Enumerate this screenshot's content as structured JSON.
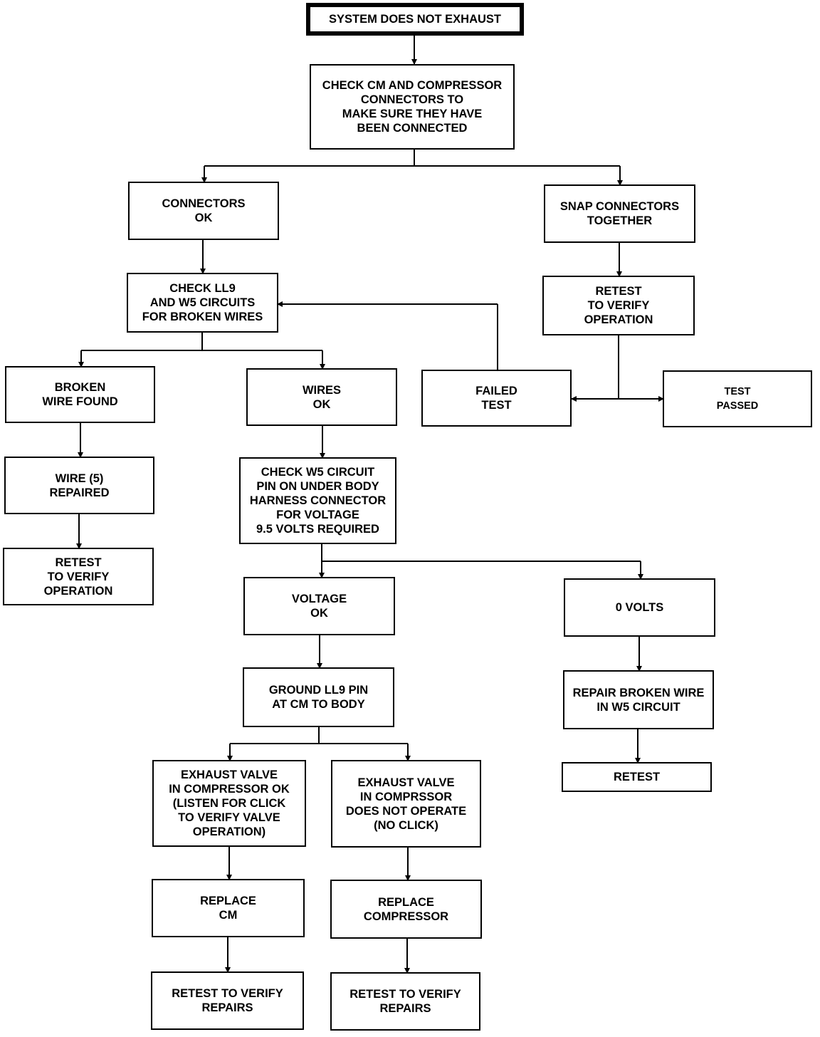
{
  "flowchart": {
    "nodes": {
      "start": "SYSTEM DOES NOT EXHAUST",
      "check_connectors": "CHECK CM AND COMPRESSOR\nCONNECTORS TO\nMAKE SURE THEY HAVE\nBEEN CONNECTED",
      "connectors_ok": "CONNECTORS\nOK",
      "snap_connectors": "SNAP CONNECTORS\nTOGETHER",
      "check_ll9_w5": "CHECK LL9\nAND W5 CIRCUITS\nFOR BROKEN WIRES",
      "retest_verify_right": "RETEST\nTO VERIFY\nOPERATION",
      "broken_wire_found": "BROKEN\nWIRE FOUND",
      "wires_ok": "WIRES\nOK",
      "failed_test": "FAILED\nTEST",
      "test_passed": "TEST\nPASSED",
      "wire_repaired": "WIRE (5)\nREPAIRED",
      "check_w5_pin": "CHECK W5 CIRCUIT\nPIN ON UNDER BODY\nHARNESS CONNECTOR\nFOR VOLTAGE\n9.5 VOLTS REQUIRED",
      "retest_verify_left": "RETEST\nTO VERIFY\nOPERATION",
      "voltage_ok": "VOLTAGE\nOK",
      "zero_volts": "0 VOLTS",
      "ground_ll9": "GROUND LL9 PIN\nAT CM TO BODY",
      "repair_w5": "REPAIR BROKEN WIRE\nIN W5 CIRCUIT",
      "retest": "RETEST",
      "valve_ok": "EXHAUST VALVE\nIN COMPRESSOR OK\n(LISTEN FOR CLICK\nTO VERIFY VALVE\nOPERATION)",
      "valve_not_operate": "EXHAUST VALVE\nIN COMPRSSOR\nDOES NOT OPERATE\n(NO CLICK)",
      "replace_cm": "REPLACE\nCM",
      "replace_compressor": "REPLACE\nCOMPRESSOR",
      "retest_repairs_left": "RETEST TO VERIFY\nREPAIRS",
      "retest_repairs_right": "RETEST TO VERIFY\nREPAIRS"
    }
  }
}
